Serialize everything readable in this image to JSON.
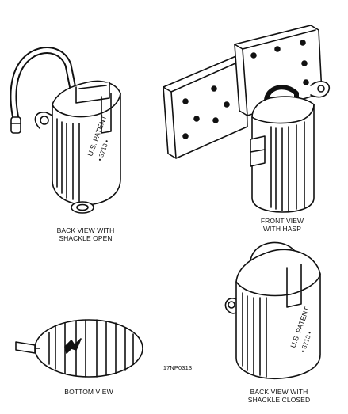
{
  "captions": {
    "back_open": [
      "BACK VIEW WITH",
      "SHACKLE OPEN"
    ],
    "front_hasp": [
      "FRONT VIEW",
      "WITH HASP"
    ],
    "back_closed": [
      "BACK VIEW WITH",
      "SHACKLE CLOSED"
    ],
    "bottom": "BOTTOM VIEW"
  },
  "figure_id": "17NP0313",
  "engraving": {
    "line1": "U.S. PATENT",
    "line2": "• 3713 •"
  },
  "colors": {
    "ink": "#111111",
    "paper": "#ffffff"
  }
}
